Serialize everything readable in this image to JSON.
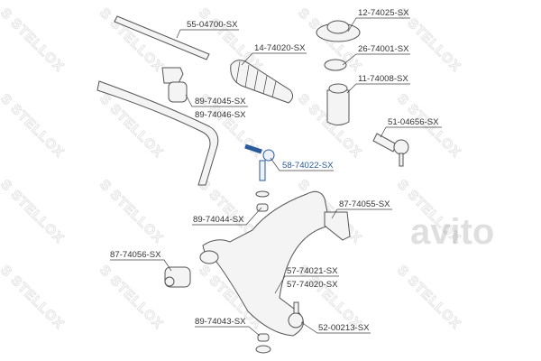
{
  "watermark": {
    "brand": "STELLOX",
    "site_logo": "avito"
  },
  "highlight_color": "#2a5a9a",
  "parts": [
    {
      "id": "tie-rod",
      "label": "55-04700-SX"
    },
    {
      "id": "strut-mount",
      "label": "12-74025-SX"
    },
    {
      "id": "steering-boot",
      "label": "14-74020-SX"
    },
    {
      "id": "strut-bearing",
      "label": "26-74001-SX"
    },
    {
      "id": "bump-stop",
      "label": "11-74008-SX"
    },
    {
      "id": "stabilizer-bushing-a",
      "label": "89-74045-SX"
    },
    {
      "id": "stabilizer-bushing-b",
      "label": "89-74046-SX"
    },
    {
      "id": "tie-rod-end",
      "label": "51-04656-SX"
    },
    {
      "id": "stabilizer-link",
      "label": "58-74022-SX",
      "highlighted": true
    },
    {
      "id": "rear-bushing-bracket",
      "label": "87-74055-SX"
    },
    {
      "id": "link-bushing-upper",
      "label": "89-74044-SX"
    },
    {
      "id": "front-bushing",
      "label": "87-74056-SX"
    },
    {
      "id": "control-arm-a",
      "label": "57-74021-SX"
    },
    {
      "id": "control-arm-b",
      "label": "57-74020-SX"
    },
    {
      "id": "link-bushing-lower",
      "label": "89-74043-SX"
    },
    {
      "id": "ball-joint",
      "label": "52-00213-SX"
    }
  ]
}
